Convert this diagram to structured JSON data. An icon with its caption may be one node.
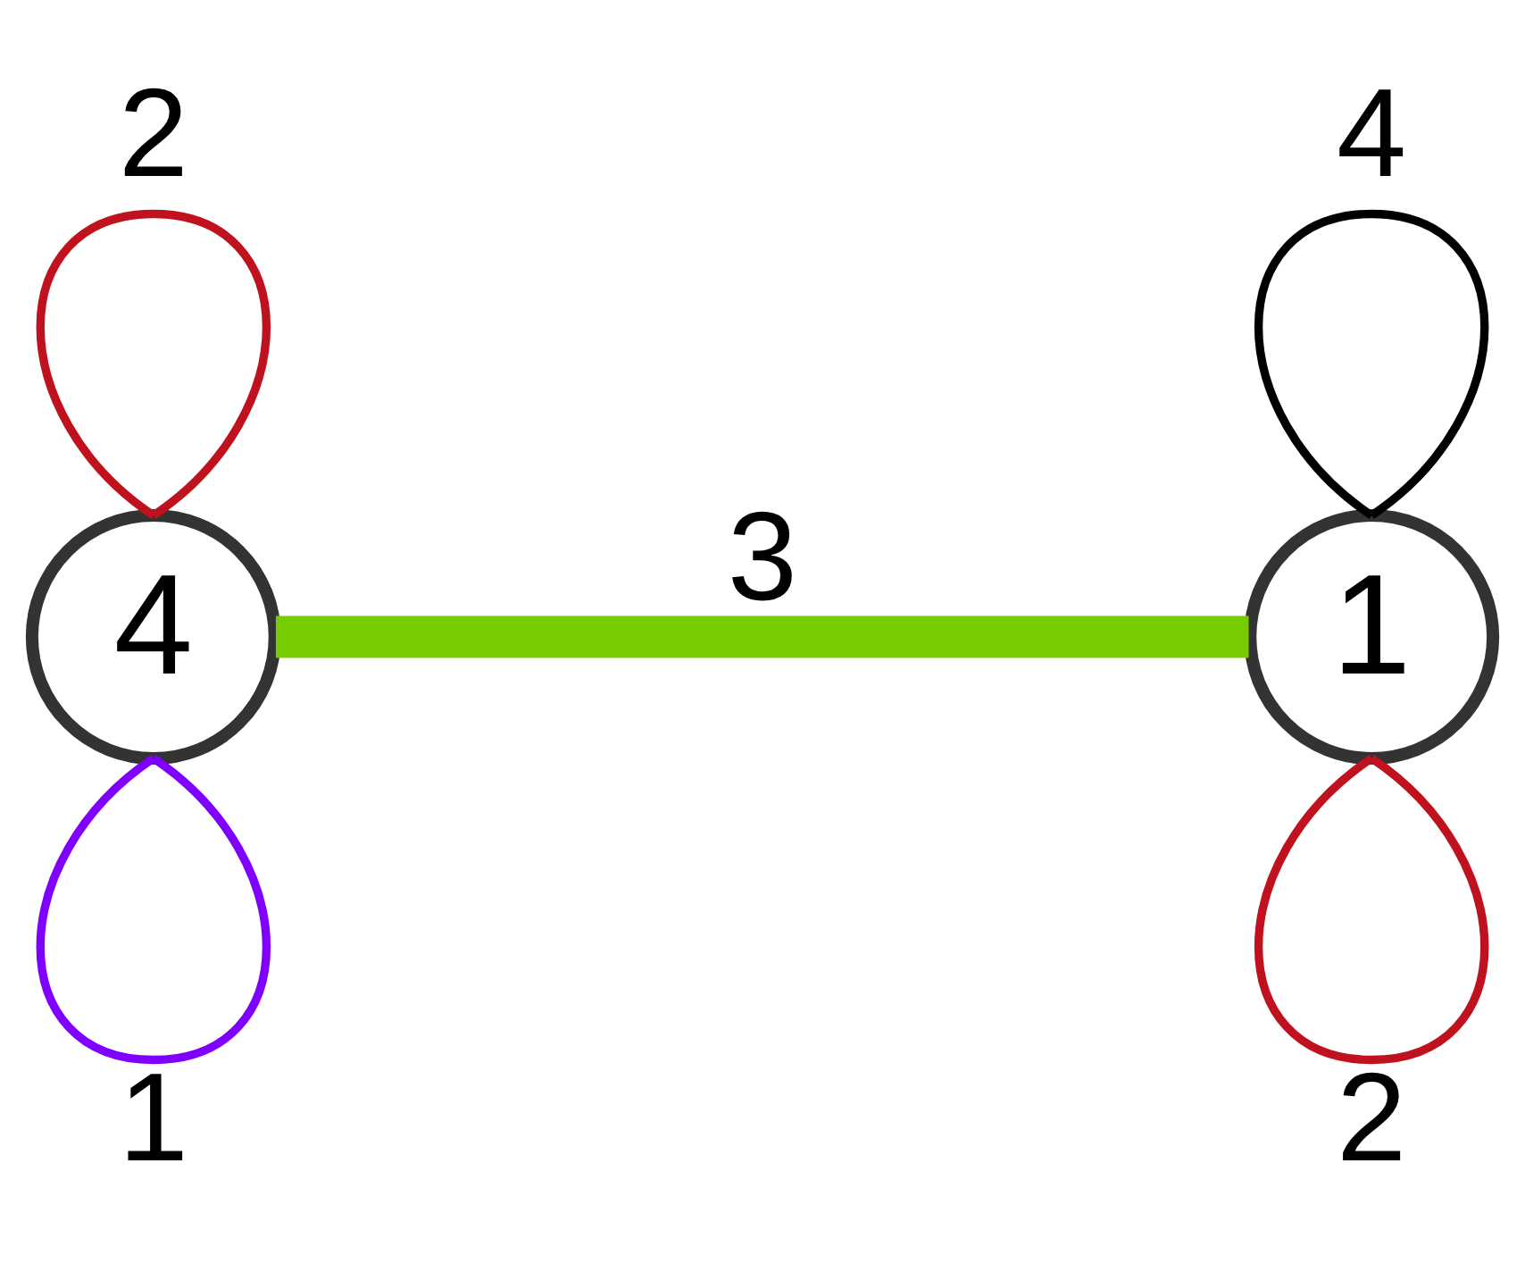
{
  "diagram": {
    "nodes": [
      {
        "text": [
          "4"
        ]
      },
      {
        "text": [
          "1"
        ]
      }
    ],
    "edges": [
      {
        "from": 0,
        "to": 0,
        "arrow": "none",
        "label": "2",
        "color": "#c0111f"
      },
      {
        "from": 1,
        "to": 1,
        "arrow": "none",
        "label": "4",
        "color": "#000000"
      },
      {
        "from": 0,
        "to": 1,
        "arrow": "none",
        "label": "3",
        "style": "thick",
        "color": "#77cc00"
      },
      {
        "from": 0,
        "to": 0,
        "arrow": "none",
        "label": "1",
        "color": "#7f00ff"
      },
      {
        "from": 1,
        "to": 1,
        "arrow": "none",
        "label": "2",
        "color": "#c0111f"
      }
    ]
  }
}
